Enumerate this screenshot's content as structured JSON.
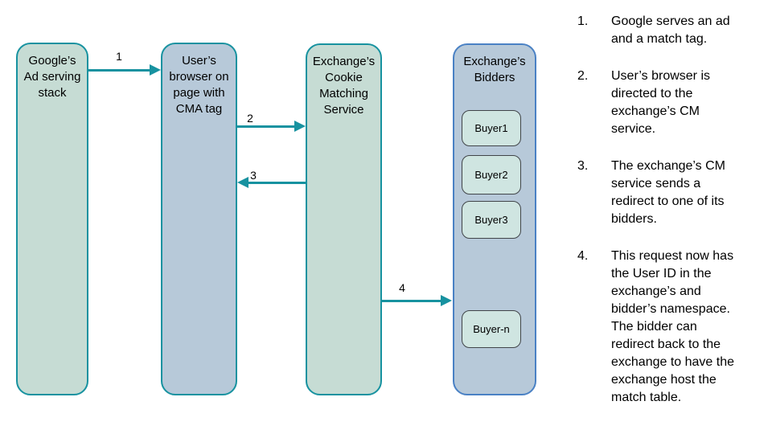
{
  "diagram": {
    "nodes": [
      {
        "id": "google-ad-stack",
        "label_lines": [
          "Google’s",
          "Ad serving",
          "stack"
        ]
      },
      {
        "id": "user-browser",
        "label_lines": [
          "User’s",
          "browser on",
          "page with",
          "CMA tag"
        ]
      },
      {
        "id": "cm-service",
        "label_lines": [
          "Exchange’s",
          "Cookie",
          "Matching",
          "Service"
        ]
      },
      {
        "id": "exchange-bidders",
        "label_lines": [
          "Exchange’s",
          "Bidders"
        ],
        "children": [
          "Buyer1",
          "Buyer2",
          "Buyer3",
          "Buyer-n"
        ]
      }
    ],
    "arrows": [
      {
        "label": "1",
        "from": "google-ad-stack",
        "to": "user-browser",
        "direction": "right"
      },
      {
        "label": "2",
        "from": "user-browser",
        "to": "cm-service",
        "direction": "right"
      },
      {
        "label": "3",
        "from": "cm-service",
        "to": "user-browser",
        "direction": "left"
      },
      {
        "label": "4",
        "from": "cm-service",
        "to": "exchange-bidders",
        "direction": "right"
      }
    ],
    "colors": {
      "teal_border": "#1792a0",
      "arrow": "#1792a0",
      "green_fill": "#c6dcd4",
      "blue_fill": "#b7c9d9",
      "blue_border": "#4a81c4",
      "buyer_fill": "#cfe5e1",
      "buyer_border": "#414549"
    }
  },
  "steps": {
    "items": [
      {
        "number": "1.",
        "lines": [
          "Google serves an ad",
          "and a match tag."
        ]
      },
      {
        "number": "2.",
        "lines": [
          "User’s browser is",
          "directed to the",
          "exchange’s CM",
          "service."
        ]
      },
      {
        "number": "3.",
        "lines": [
          "The exchange’s CM",
          "service sends a",
          "redirect to one of its",
          "bidders."
        ]
      },
      {
        "number": "4.",
        "lines": [
          "This request now has",
          "the User ID in the",
          "exchange’s and",
          "bidder’s namespace.",
          "The bidder can",
          "redirect back to the",
          "exchange to have the",
          "exchange host the",
          "match table."
        ]
      }
    ]
  }
}
